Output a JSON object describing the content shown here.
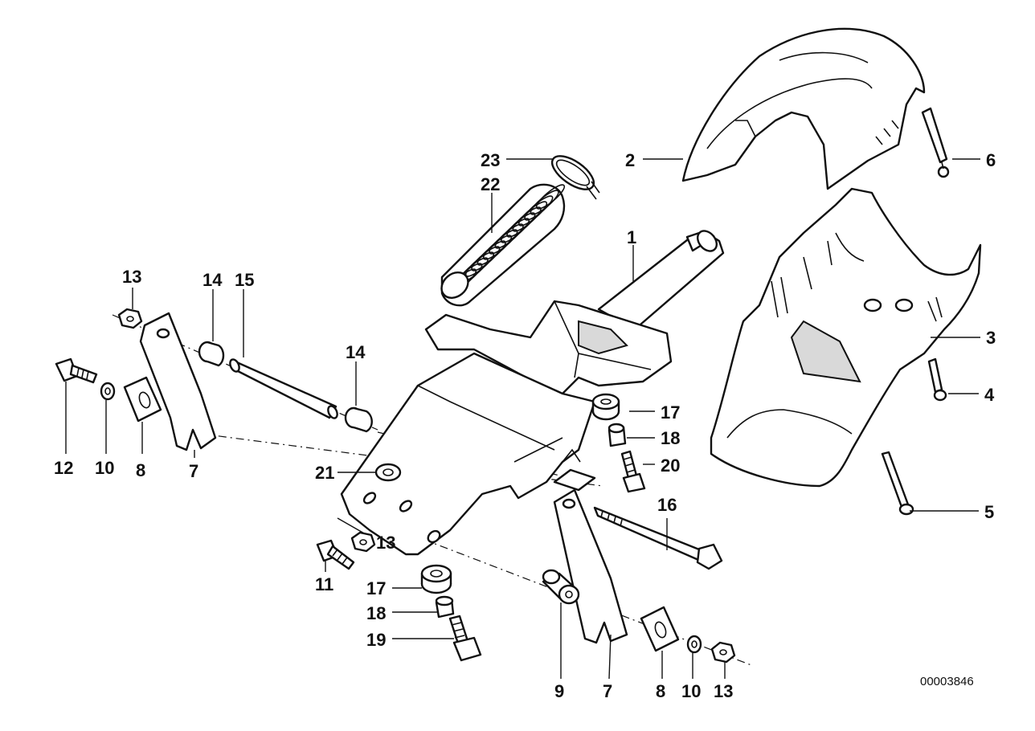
{
  "diagram_code": "00003846",
  "callouts": [
    "1",
    "2",
    "3",
    "4",
    "5",
    "6",
    "7",
    "7",
    "8",
    "8",
    "9",
    "10",
    "10",
    "11",
    "12",
    "13",
    "13",
    "13",
    "14",
    "14",
    "15",
    "16",
    "17",
    "17",
    "18",
    "18",
    "19",
    "20",
    "21",
    "22",
    "23"
  ]
}
